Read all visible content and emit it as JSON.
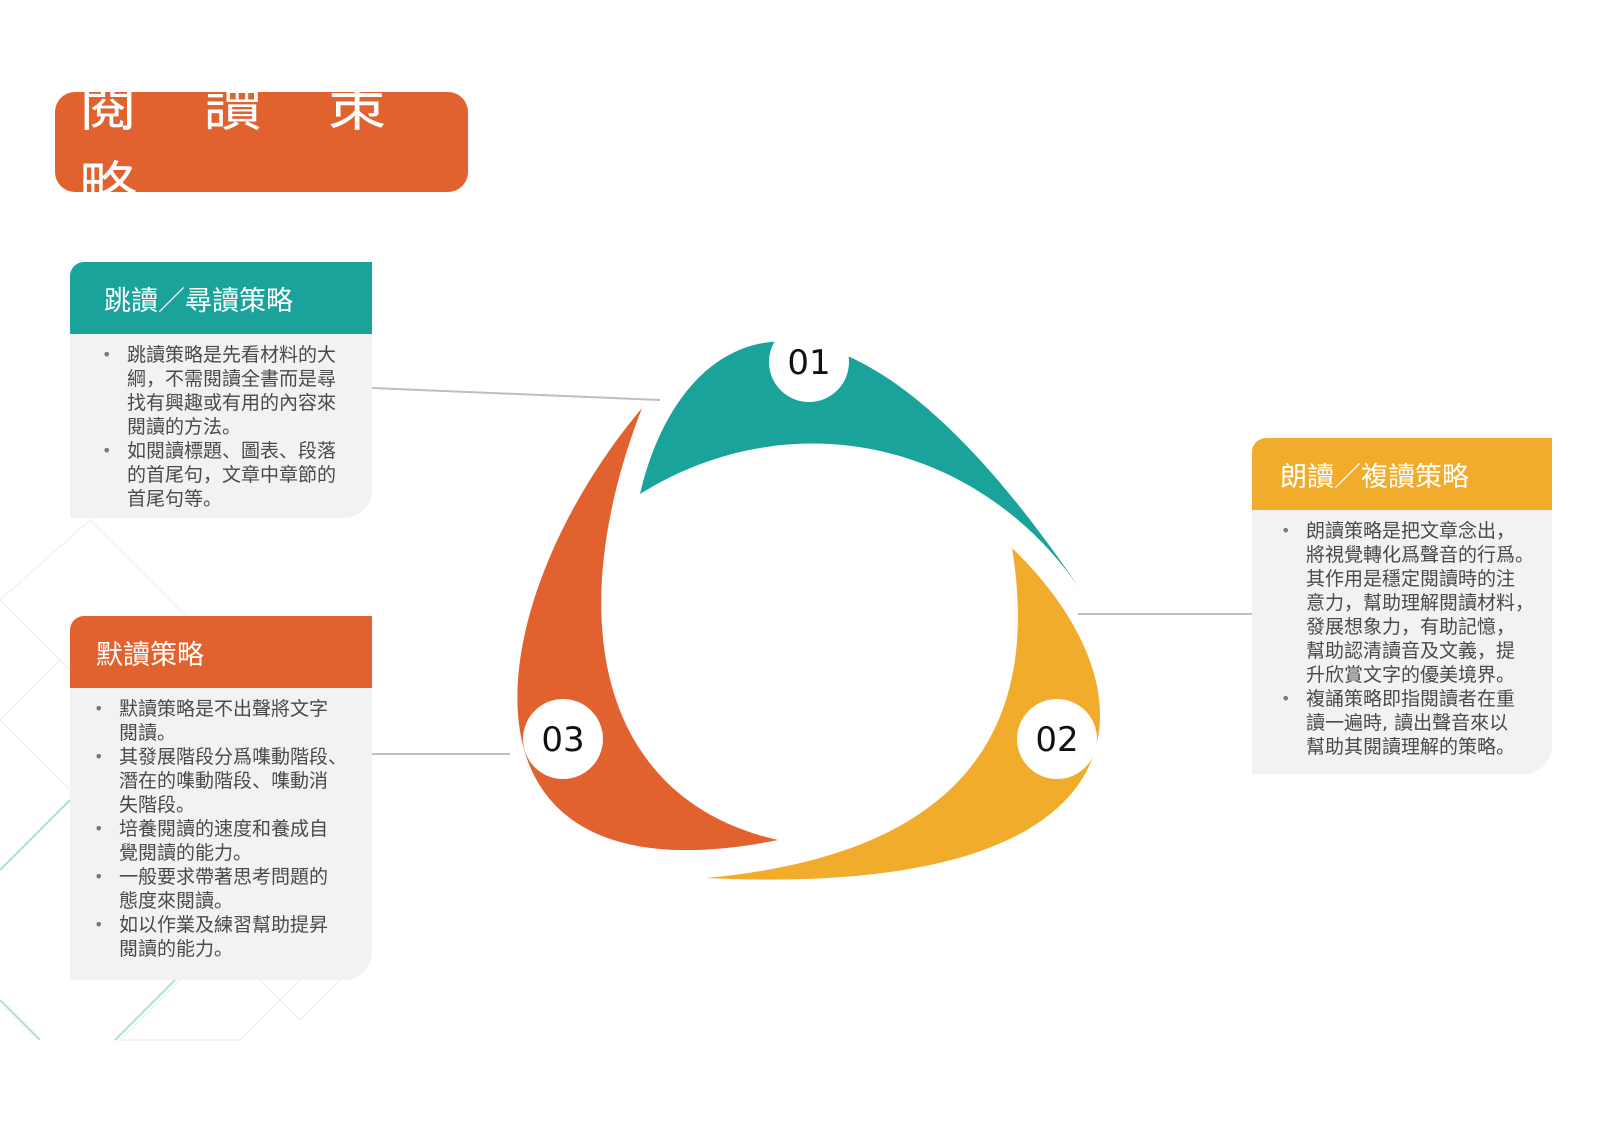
{
  "title": "閱 讀 策 略",
  "colors": {
    "teal": "#1aa39b",
    "yellow": "#f2ac2b",
    "orange": "#e1622f",
    "card_bg": "#f2f2f2",
    "connector": "#bfbfbf"
  },
  "cycle": {
    "steps": [
      {
        "number": "01",
        "color": "teal"
      },
      {
        "number": "02",
        "color": "yellow"
      },
      {
        "number": "03",
        "color": "orange"
      }
    ]
  },
  "cards": [
    {
      "header": "跳讀／尋讀策略",
      "color": "teal",
      "bullets": [
        [
          "跳讀策略是先看材料的大",
          "綱，不需閱讀全書而是尋",
          "找有興趣或有用的內容來",
          "閱讀的方法。"
        ],
        [
          "如閱讀標題、圖表、段落",
          "的首尾句，文章中章節的",
          "首尾句等。"
        ]
      ]
    },
    {
      "header": "朗讀／複讀策略",
      "color": "yellow",
      "bullets": [
        [
          "朗讀策略是把文章念出，",
          "將視覺轉化爲聲音的行爲。",
          "其作用是穩定閱讀時的注",
          "意力，幫助理解閱讀材料，",
          "發展想象力，有助記憶，",
          "幫助認清讀音及文義，提",
          "升欣賞文字的優美境界。"
        ],
        [
          "複誦策略即指閱讀者在重",
          "讀一遍時, 讀出聲音來以",
          "幫助其閱讀理解的策略。"
        ]
      ]
    },
    {
      "header": "默讀策略",
      "color": "orange",
      "bullets": [
        [
          "默讀策略是不出聲將文字",
          "閱讀。"
        ],
        [
          "其發展階段分爲㗱動階段、",
          "潛在的㗱動階段、㗱動消",
          "失階段。"
        ],
        [
          "培養閱讀的速度和養成自",
          "覺閱讀的能力。"
        ],
        [
          "一般要求帶著思考問題的",
          "態度來閱讀。"
        ],
        [
          "如以作業及練習幫助提昇",
          "閱讀的能力。"
        ]
      ]
    }
  ]
}
